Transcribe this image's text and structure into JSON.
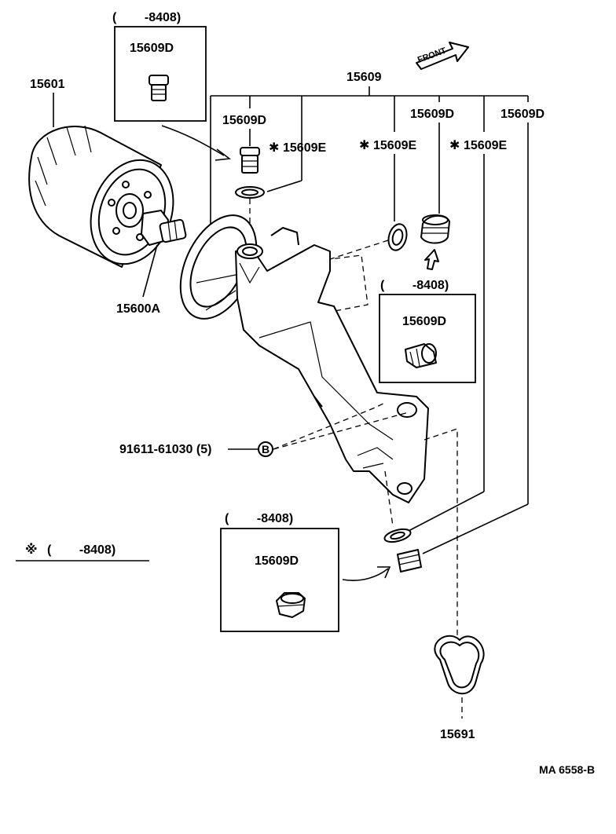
{
  "labels": {
    "filter": "15601",
    "union": "15600A",
    "bracket_assy": "15609",
    "plug_box_top": "15609D",
    "plug_a": "15609D",
    "gasket_a": "15609E",
    "gasket_b": "15609E",
    "plug_b": "15609D",
    "gasket_c": "15609E",
    "plug_c": "15609D",
    "plug_box_mid": "15609D",
    "plug_box_bot": "15609D",
    "bolt": "91611-61030 (5)",
    "bolt_marker": "B",
    "oring": "15691",
    "front": "FRONT",
    "code": "MA 6558-B"
  },
  "date_notes": {
    "box_top": "(        -8408)",
    "box_mid": "(        -8408)",
    "box_bot": "(        -8408)",
    "legend": "(        -8408)"
  },
  "symbols": {
    "asterisk": "✱",
    "legend_mark": "※"
  }
}
